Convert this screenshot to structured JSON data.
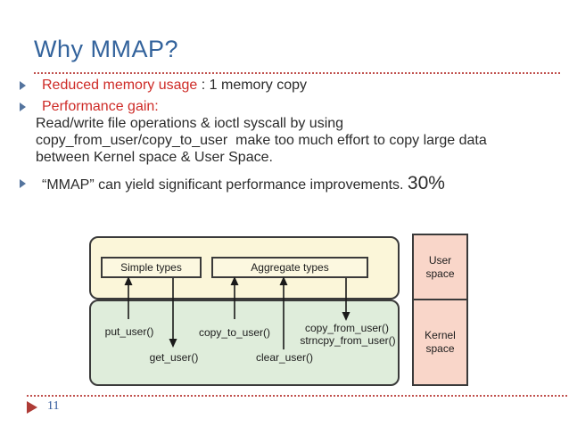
{
  "slide": {
    "title": "Why MMAP?",
    "page_number": "11"
  },
  "bullets": {
    "b1_highlight": "Reduced memory usage",
    "b1_rest": " : 1 memory copy",
    "b2_highlight": "Performance gain:",
    "b2_line1": "Read/write file operations & ioctl syscall by using",
    "b2_line2": "copy_from_user/copy_to_user  make too much effort to copy large data",
    "b2_line3": "between Kernel space & User Space.",
    "b3_text": "“MMAP” can yield significant performance improvements. ",
    "b3_emphasis": "30%"
  },
  "diagram": {
    "simple_types": "Simple types",
    "aggregate_types": "Aggregate types",
    "put_user": "put_user()",
    "get_user": "get_user()",
    "copy_to_user": "copy_to_user()",
    "clear_user": "clear_user()",
    "copy_from_user": "copy_from_user()",
    "strncpy_from_user": "strncpy_from_user()",
    "user_space": "User space",
    "kernel_space": "Kernel space"
  },
  "colors": {
    "title_blue": "#33639C",
    "accent_red": "#CE2B27",
    "dotted_line_red": "#C0504D",
    "bullet_marker_blue": "#54749E",
    "page_number_blue": "#31599B",
    "footer_triangle_red": "#AE3B36",
    "diagram_yellow": "#FBF6D9",
    "diagram_green": "#DFEDDB",
    "diagram_pink": "#F9D6C9",
    "diagram_border": "#3A3A3A"
  }
}
